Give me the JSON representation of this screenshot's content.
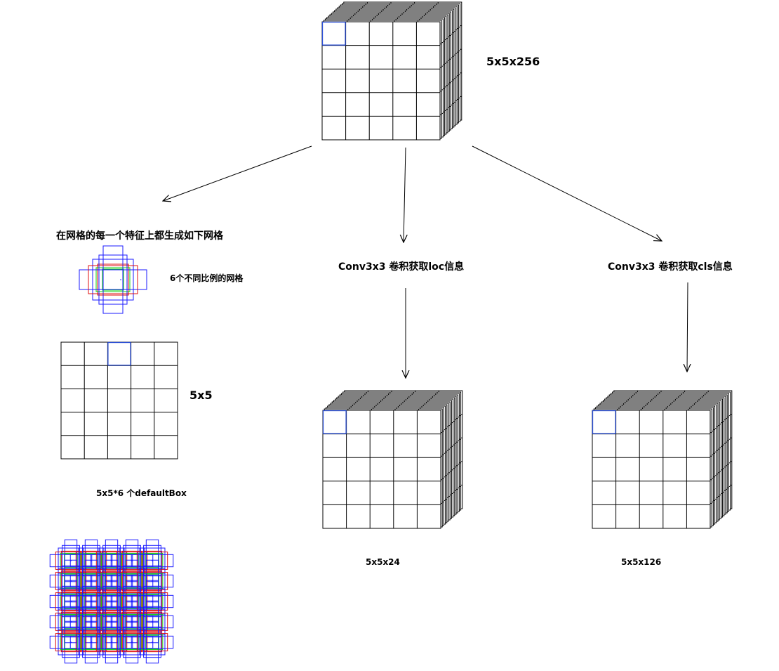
{
  "top_tensor_label": "5x5x256",
  "left_branch": {
    "heading": "在网格的每一个特征上都生成如下网格",
    "box_scale_note": "6个不同比例的网格",
    "grid_label": "5x5",
    "defaultbox_label": "5x5*6 个defaultBox"
  },
  "mid_branch": {
    "conv_label": "Conv3x3 卷积获取loc信息",
    "output_label": "5x5x24"
  },
  "right_branch": {
    "conv_label": "Conv3x3 卷积获取cls信息",
    "output_label": "5x5x126"
  },
  "colors": {
    "line": "#000000",
    "highlight": "#2b4fd6",
    "box_blue": "#1a1aff",
    "box_red": "#e01010",
    "box_green": "#10d010"
  }
}
